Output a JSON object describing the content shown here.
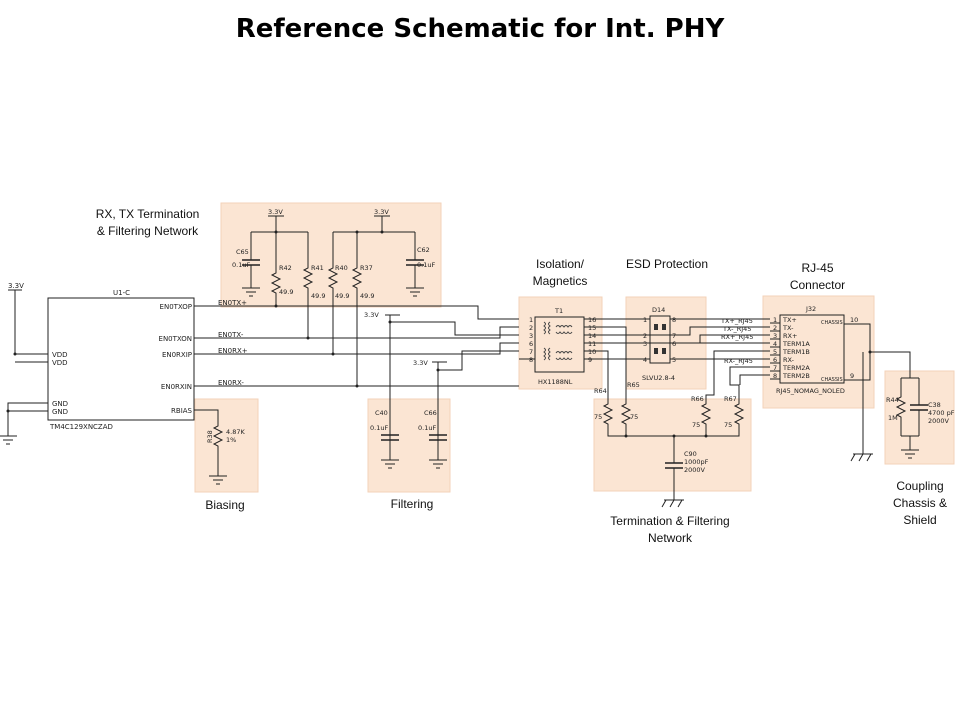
{
  "title": "Reference Schematic for Int. PHY",
  "captions": {
    "termination_top": [
      "RX, TX Termination",
      "& Filtering Network"
    ],
    "biasing": "Biasing",
    "filtering": "Filtering",
    "isolation": [
      "Isolation/",
      "Magnetics"
    ],
    "esd": "ESD Protection",
    "rj45": [
      "RJ-45",
      "Connector"
    ],
    "termination_bottom": [
      "Termination & Filtering",
      "Network"
    ],
    "coupling": [
      "Coupling",
      "Chassis &",
      "Shield"
    ]
  },
  "mcu": {
    "ref": "U1-C",
    "part": "TM4C129XNCZAD",
    "supply": "3.3V",
    "left_pins": [
      "VDD",
      "VDD",
      "GND",
      "GND"
    ],
    "right_pins": [
      "EN0TXOP",
      "EN0TXON",
      "EN0RXIP",
      "EN0RXIN",
      "RBIAS"
    ]
  },
  "nets": {
    "tx_p": "EN0TX+",
    "tx_n": "EN0TX-",
    "rx_p": "EN0RX+",
    "rx_n": "EN0RX-"
  },
  "term_network": {
    "rails": [
      "3.3V",
      "3.3V"
    ],
    "caps": [
      {
        "ref": "C65",
        "value": "0.1uF"
      },
      {
        "ref": "C62",
        "value": "0.1uF"
      }
    ],
    "resistors": [
      {
        "ref": "R42",
        "value": "49.9"
      },
      {
        "ref": "R41",
        "value": "49.9"
      },
      {
        "ref": "R40",
        "value": "49.9"
      },
      {
        "ref": "R37",
        "value": "49.9"
      }
    ]
  },
  "bias": {
    "ref": "R38",
    "value": "4.87K",
    "tolerance": "1%"
  },
  "filter": {
    "rails": [
      "3.3V",
      "3.3V"
    ],
    "caps": [
      {
        "ref": "C40",
        "value": "0.1uF"
      },
      {
        "ref": "C66",
        "value": "0.1uF"
      }
    ]
  },
  "magnetics": {
    "ref": "T1",
    "part": "HX1188NL",
    "left_pins": [
      "1",
      "2",
      "3",
      "6",
      "7",
      "8"
    ],
    "right_pins": [
      "16",
      "15",
      "14",
      "11",
      "10",
      "9"
    ]
  },
  "esd": {
    "ref": "D14",
    "part": "SLVU2.8-4",
    "left_pins": [
      "1",
      "2",
      "3",
      "4"
    ],
    "right_pins": [
      "8",
      "7",
      "6",
      "5"
    ]
  },
  "connector": {
    "ref": "J32",
    "part": "RJ45_NOMAG_NOLED",
    "pins": [
      {
        "num": "1",
        "name": "TX+"
      },
      {
        "num": "2",
        "name": "TX-"
      },
      {
        "num": "3",
        "name": "RX+"
      },
      {
        "num": "4",
        "name": "TERM1A"
      },
      {
        "num": "5",
        "name": "TERM1B"
      },
      {
        "num": "6",
        "name": "RX-"
      },
      {
        "num": "7",
        "name": "TERM2A"
      },
      {
        "num": "8",
        "name": "TERM2B"
      }
    ],
    "chassis_pins": [
      {
        "num": "10",
        "name": "CHASSIS"
      },
      {
        "num": "9",
        "name": "CHASSIS"
      }
    ],
    "net_labels": [
      "TX+_RJ45",
      "TX-_RJ45",
      "RX+_RJ45",
      "RX-_RJ45"
    ]
  },
  "bottom_term": {
    "resistors": [
      {
        "ref": "R64",
        "value": "75"
      },
      {
        "ref": "R65",
        "value": "75"
      },
      {
        "ref": "R66",
        "value": "75"
      },
      {
        "ref": "R67",
        "value": "75"
      }
    ],
    "cap": {
      "ref": "C90",
      "value": "1000pF",
      "voltage": "2000V"
    }
  },
  "coupling": {
    "resistor": {
      "ref": "R44",
      "value": "1M"
    },
    "cap": {
      "ref": "C38",
      "value": "4700 pF",
      "voltage": "2000V"
    }
  },
  "left_supply": "3.3V"
}
